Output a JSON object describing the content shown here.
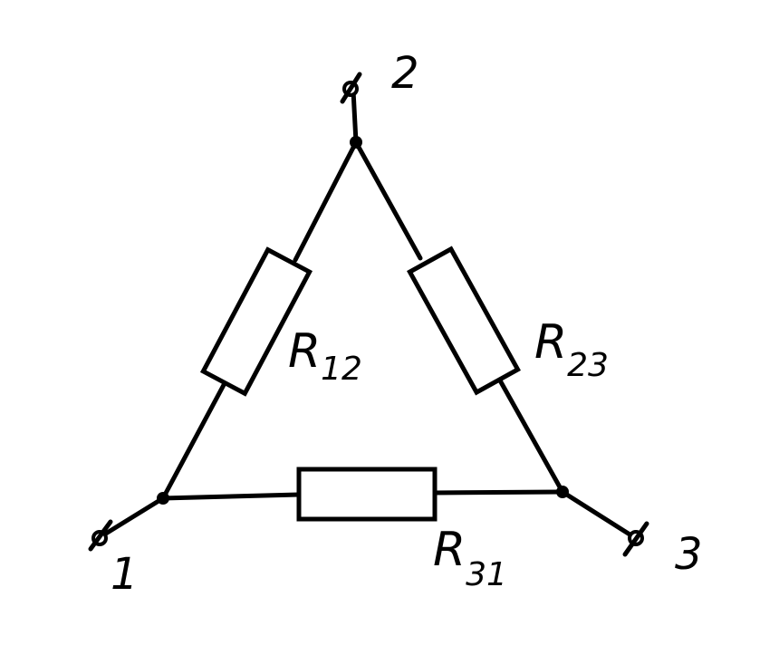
{
  "terminals": {
    "t1": "1",
    "t2": "2",
    "t3": "3"
  },
  "resistors": {
    "r12": {
      "symbol": "R",
      "subscript": "12"
    },
    "r23": {
      "symbol": "R",
      "subscript": "23"
    },
    "r31": {
      "symbol": "R",
      "subscript": "31"
    }
  }
}
